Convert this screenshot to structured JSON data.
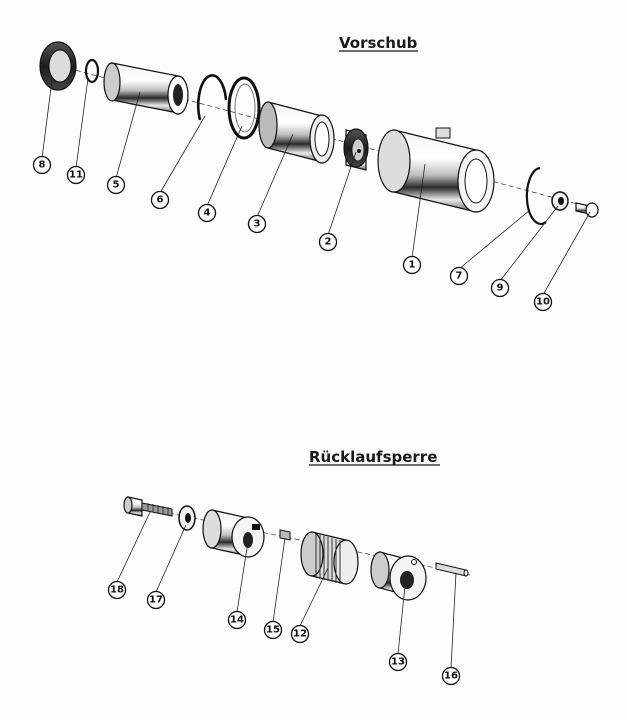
{
  "sections": [
    {
      "title": "Vorschub"
    },
    {
      "title": "Rücklaufsperre"
    }
  ],
  "callouts": [
    "1",
    "2",
    "3",
    "4",
    "5",
    "6",
    "7",
    "8",
    "9",
    "10",
    "11",
    "12",
    "13",
    "14",
    "15",
    "16",
    "17",
    "18"
  ]
}
